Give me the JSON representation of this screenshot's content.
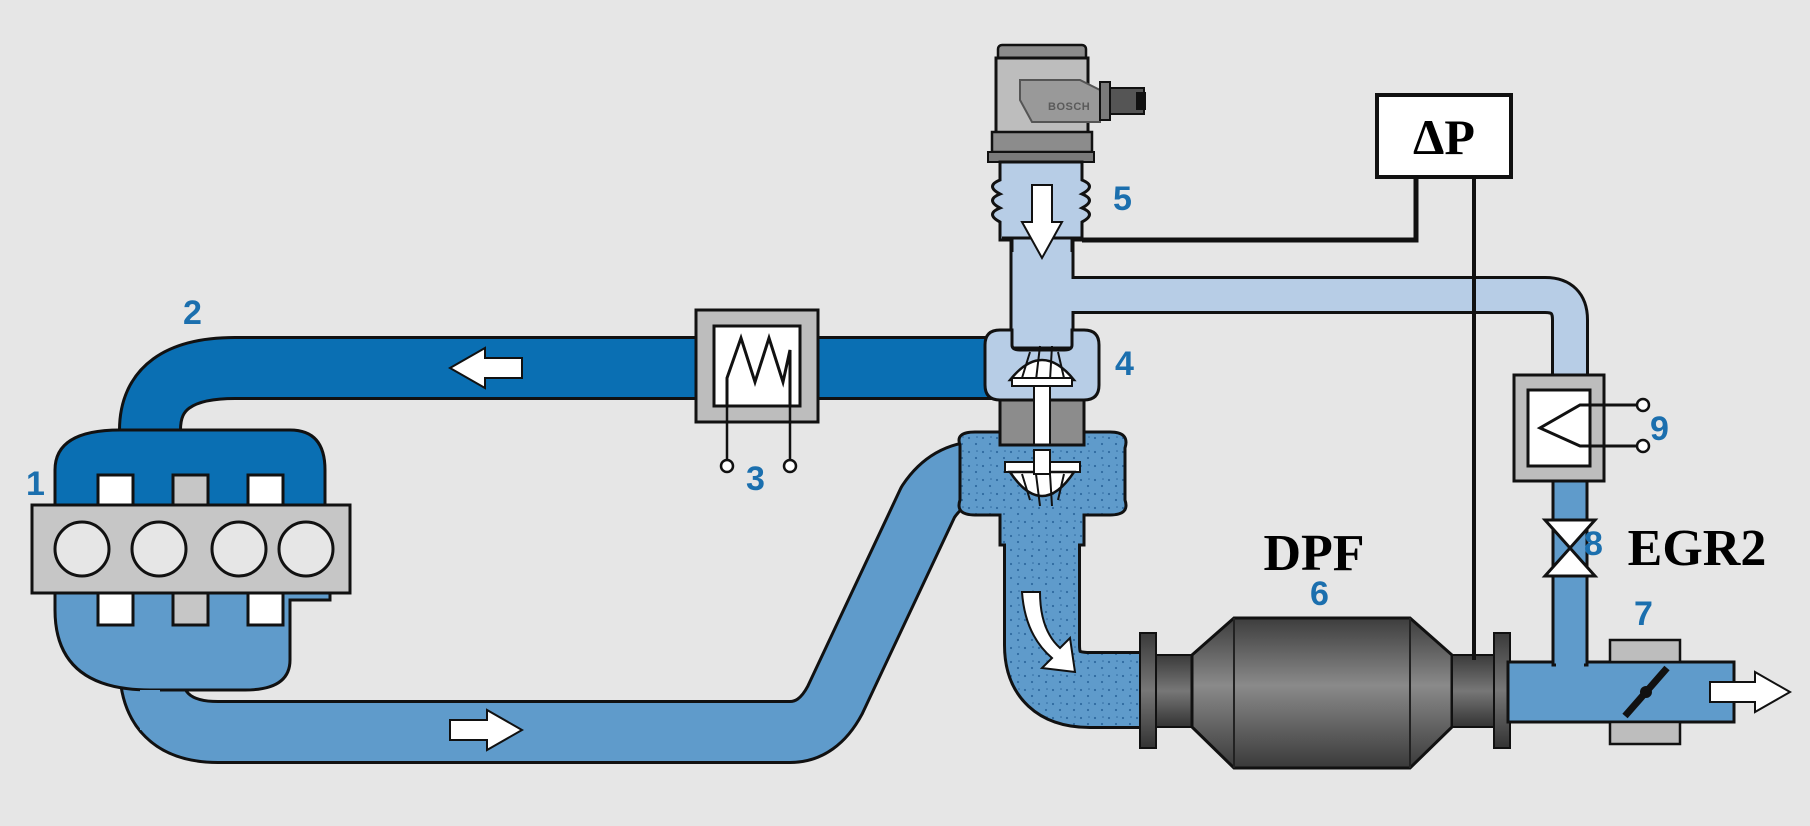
{
  "labels": {
    "n1": "1",
    "n2": "2",
    "n3": "3",
    "n4": "4",
    "n5": "5",
    "n6": "6",
    "n7": "7",
    "n8": "8",
    "n9": "9",
    "dpf": "DPF",
    "egr2": "EGR2",
    "delta_p": "ΔP",
    "brand": "BOSCH"
  },
  "colors": {
    "background": "#e6e6e6",
    "intake_charged": "#0a6fb3",
    "exhaust": "#5f9bcb",
    "fresh_air": "#b7cde6",
    "engine_block": "#c6c6c6",
    "component_grey": "#bdbdbd",
    "label_blue": "#1b6fae",
    "outline": "#111111"
  },
  "icons": [
    "arrow-left-icon",
    "arrow-right-icon",
    "arrow-down-icon",
    "arrow-curved-icon",
    "heater-coil-icon",
    "valve-icon",
    "butterfly-valve-icon",
    "turbine-wheel-icon",
    "compressor-wheel-icon"
  ]
}
